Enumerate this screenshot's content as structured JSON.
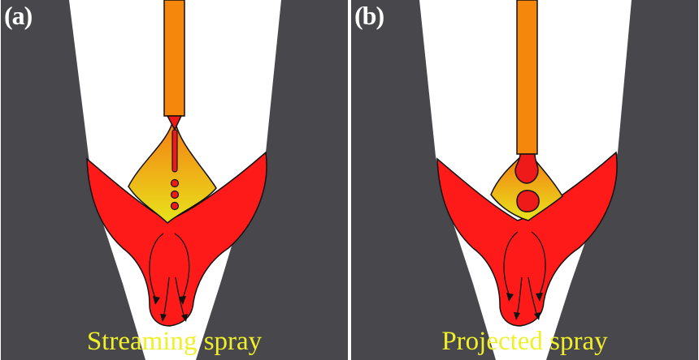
{
  "panels": [
    {
      "label": "(a)",
      "caption": "Streaming spray"
    },
    {
      "label": "(b)",
      "caption": "Projected spray"
    }
  ],
  "colors": {
    "groove": "#48484c",
    "outline": "#111111",
    "weld_pool": "#ff1a1a",
    "electrode": "#f5870c",
    "arc_top": "#f57c12",
    "arc_bottom": "#e8e31c",
    "droplet": "#ee1a1a",
    "caption_text": "#f0f02a",
    "label_text": "#ffffff"
  }
}
